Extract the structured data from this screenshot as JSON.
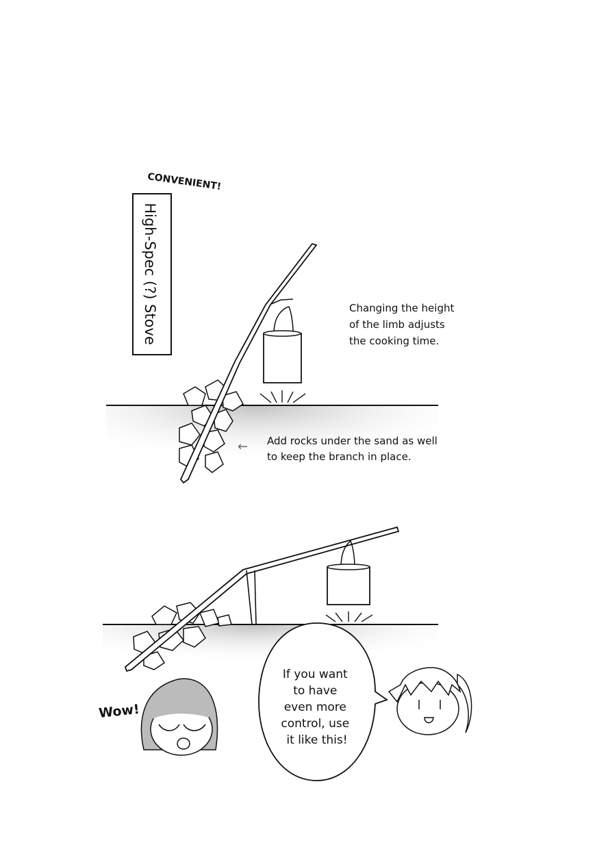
{
  "panel1": {
    "sfx": "CONVENIENT!",
    "title": "High-Spec (?) Stove",
    "caption_height": [
      "Changing the height",
      "of the limb adjusts",
      "the cooking time."
    ],
    "arrow": "←",
    "caption_rocks": [
      "Add rocks under the sand as well",
      "to keep the branch in place."
    ]
  },
  "panel2": {
    "sfx_wow": "Wow!",
    "speech": [
      "If you want",
      "to have",
      "even more",
      "control, use",
      "it like this!"
    ]
  }
}
